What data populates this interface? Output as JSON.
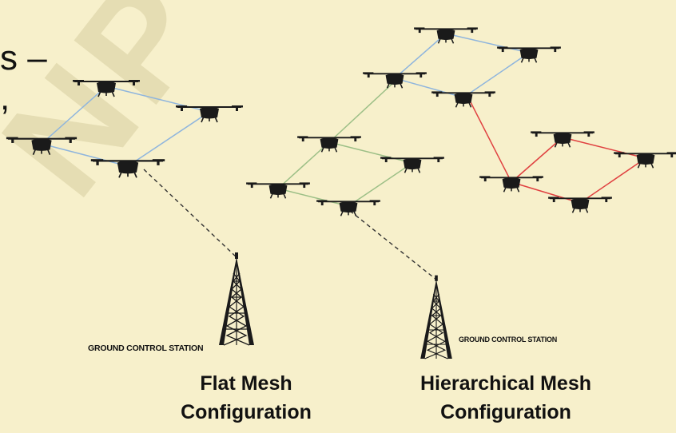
{
  "watermark": "NPTEL",
  "partial_text": {
    "line1": "s –",
    "line2": ","
  },
  "flat": {
    "caption_line1": "Flat Mesh",
    "caption_line2": "Configuration",
    "station_label": "GROUND CONTROL STATION"
  },
  "hierarchical": {
    "caption_line1": "Hierarchical Mesh",
    "caption_line2": "Configuration",
    "station_label": "GROUND CONTROL STATION"
  },
  "colors": {
    "background": "#f7f0cb",
    "blue_link": "#8fb5dd",
    "green_link": "#9cbf86",
    "red_link": "#e04040",
    "ground_link": "#333333",
    "drone": "#1a1a1a"
  }
}
